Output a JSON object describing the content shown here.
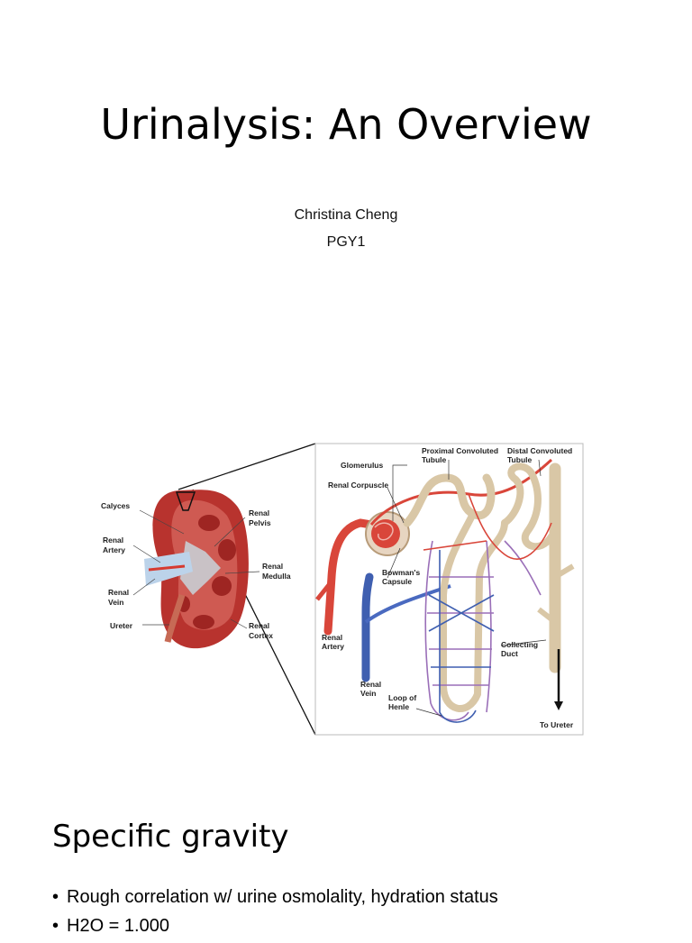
{
  "slide1": {
    "title": "Urinalysis: An Overview",
    "presenter": "Christina Cheng",
    "role": "PGY1"
  },
  "figure": {
    "kidney_labels": {
      "calyces": "Calyces",
      "renal_pelvis_1": "Renal",
      "renal_pelvis_2": "Pelvis",
      "renal_artery_1": "Renal",
      "renal_artery_2": "Artery",
      "renal_medulla_1": "Renal",
      "renal_medulla_2": "Medulla",
      "renal_vein_1": "Renal",
      "renal_vein_2": "Vein",
      "ureter": "Ureter",
      "renal_cortex_1": "Renal",
      "renal_cortex_2": "Cortex"
    },
    "nephron_labels": {
      "glomerulus": "Glomerulus",
      "proximal_1": "Proximal Convoluted",
      "proximal_2": "Tubule",
      "distal_1": "Distal Convoluted",
      "distal_2": "Tubule",
      "renal_corpuscle": "Renal Corpuscle",
      "bowmans_1": "Bowman's",
      "bowmans_2": "Capsule",
      "renal_artery_1": "Renal",
      "renal_artery_2": "Artery",
      "renal_vein_1": "Renal",
      "renal_vein_2": "Vein",
      "loop_1": "Loop of",
      "loop_2": "Henle",
      "collecting_1": "Collecting",
      "collecting_2": "Duct",
      "to_ureter": "To Ureter"
    },
    "colors": {
      "kidney": "#b8332e",
      "artery": "#d9463a",
      "vein": "#3f5fb0",
      "tubule": "#d9c7a6",
      "capillary": "#9a6fb8"
    }
  },
  "slide2": {
    "title": "Specific gravity",
    "bullets": [
      "Rough correlation w/ urine osmolality, hydration status",
      "H2O = 1.000"
    ]
  }
}
